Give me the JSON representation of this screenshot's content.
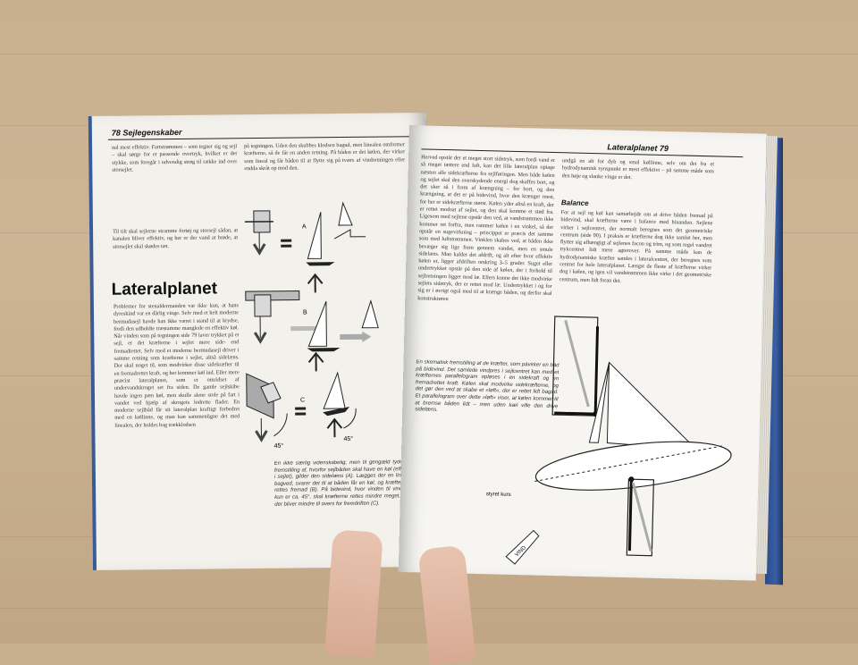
{
  "left_page": {
    "running_head": "78  Sejlegenskaber",
    "chapter_heading": "Lateralplanet",
    "body_col1_top": "nal mest effektiv. Fartstrømmen – som tegner sig og sejl – skal sørge for et passende overtryk, hvilket er det stykke, som foregår i udvendig strøg til række ind over storsejlet.",
    "body_col1_mid": "Til tilt skal sejlerne stramme fortøj og storsejl sådan, at kanalen bliver effektiv, og her er der vand at brøde, at storsejlet skal skødes tæt.",
    "body_col1_bottom": "Problemer for stenaldermanden var ikke kun, at hans dyreskind var en dårlig vinge. Selv med et helt moderne bermudasejl havde han ikke været i stand til at krydse, fordi den udholdte træstamme manglede en effektiv køl. Når vinden som på tegningen side 79 laver trykket på et sejl, er det kræfterne i sejlet mere side- end fremadrettet. Selv med et moderne bermudasejl driver i samme retning som kræfterne i sejlet, altså sidelæns. Der skal noget til, som modvirker disse sidekræfter til en fremadrettet kraft, og her kommer køl ind. Eller mere præcist lateralplanet, som er omridset af undervandskroget set fra siden. De gamle sejlskibe havde ingen pæn køl, men skulle alene stole på fart i vandet ved hjælp af skrogets lodrette flader. En moderne sejlbåd får sit lateralplan kraftigt forbedret med en køllinne, og man kan sammenligne det med linealen, der holdes bag trækklodsen",
    "body_col2_top": "på tegningen. Uden den skubbes klodsen bagud, men linealen omformer kræfterne, så de får en anden retning. På båden er det kølen, der virker som lineal og får båden til at flytte sig på tværs af vindretningen eller endda skråt op mod den.",
    "caption": "En ikke særlig videnskabelig, men til gengæld tydelig fremstilling af, hvorfor sejlbåden skal have en køl (effekt i sejlet), gilder den sidelæns (A). Lægges der en lineal bagved, svarer det til at båden får en køl, og kræfterne rettes fremad (B). På bidevind, hvor vinden til vinden kun er ca. 45°, skal kræfterne rettes mindre meget, og der bliver mindre til overs for fremdriften (C).",
    "fig_label_a": "A",
    "fig_label_b": "B",
    "fig_label_c": "C",
    "angle_label_1": "45°",
    "angle_label_2": "45°"
  },
  "right_page": {
    "running_head": "Lateralplanet  79",
    "body_col1": "Herved opstår der et meget stort sidetryk, som fordi vand er så meget tættere end luft, kan det lille lateralplan optage næsten alle sidekræfterne fra sejlføringen. Men både kølen og sejlet skal den overskydende energi dog skaffes bort, og det sker så i form af krængning – for bort, og den krængning, at det er på bidevind, hvor den krænger mest, for her er sidekræfterne størst. Kølen yder altså en kraft, der er rettet modsat af sejlet, og den skal komme et stød fra. Ligesom med sejlene opstår den ved, at vandstrømmen ikke kommer ret forfra, men rammer kølen i en vinkel, så der opstår en sugevirkning – princippet er præcis det samme som med luftstrømmen. Vinklen skabes ved, at båden ikke bevæger sig lige frem gennem vandet, men en smule sidelæns. Man kalder det afdrift, og alt efter hvor effektiv kølen er, ligger afdriften omkring 3–5 grader. Suget eller undertrykket opstår på den side af kølen, der i forhold til sejlretningen ligger mod læ. Ellers kunne det ikke modvirke sejlets sidetryk, der er rettet mod læ. Undertrykket i og for sig er i øvrigt også med til at krænge båden, og derfor skal konstruktøren",
    "caption": "En skematisk fremstilling af de kræfter, som påvirker en båd på bidevind. Det samlede vindpres i sejlcentret kan med et kræfternes parallelogram opløses i en sidekraft og en fremadrettet kraft. Kølen skal modvirke sidekræfterne, og det gør den ved at skabe et »løft«, der er rettet lidt bagud. Et parallelogram over dette »løft« viser, at kølen kommer til at bremse båden lidt – men uden kæl ville den drive sidelæns.",
    "body_col2_top": "undgå en alt for dyb og smal køllinne, selv om det fra et hydrodynamisk synspunkt er mest effektivt – på samme måde som den høje og slanke vinge er det.",
    "subheading": "Balance",
    "body_col2": "For at sejl og køl kan samarbejde om at drive båden fremad på bidevind, skal kræfterne være i balance med hinanden. Sejlene virker i sejlcentret, der normalt beregnes som det geometriske centrum (side 90). I praksis er kræfterne dog ikke samlet her, men flytter sig afhængigt af sejlenes facon og trim, og som regel vandret trykcentret lidt mere agterover. På samme måde kan de hydrodynamiske kræfter samles i lateralcentret, der beregnes som centret for hele lateralplanet. Længst de fleste af kræfterne virker dog i kølen, og igen vil vandstrømmen ikke virke i det geometriske centrum, men lidt foran det.",
    "label_course": "styret kurs",
    "label_wind": "VIND"
  }
}
